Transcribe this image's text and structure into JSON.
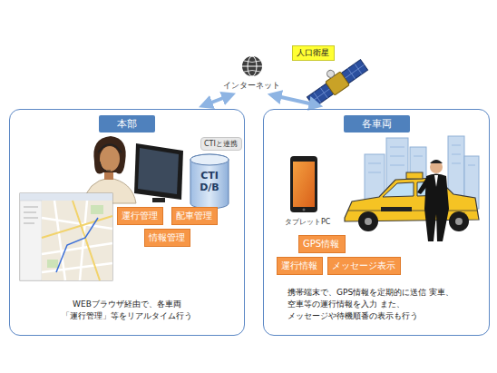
{
  "diagram": {
    "nodes": [
      {
        "text": [
          "人口衛星"
        ]
      },
      {
        "text": [
          "インターネット"
        ]
      },
      {
        "text": [
          "本部",
          "WEBブラウザ経由で、各車両 「運行管理」等をリアルタイム行う"
        ]
      },
      {
        "text": [
          "CTIと連携"
        ],
        "in": 2
      },
      {
        "text": [
          "CTI D/B"
        ],
        "in": 2
      },
      {
        "text": [
          "運行管理"
        ],
        "in": 2
      },
      {
        "text": [
          "配車管理"
        ],
        "in": 2
      },
      {
        "text": [
          "情報管理"
        ],
        "in": 2
      },
      {
        "text": [
          "各車両",
          "携帯端末で、GPS情報を定期的に送信 実車、空車等の運行情報を入力 また、メッセージや待機順番の表示も行う"
        ]
      },
      {
        "text": [
          "GPS情報"
        ],
        "in": 8
      },
      {
        "text": [
          "運行情報"
        ],
        "in": 8
      },
      {
        "text": [
          "メッセージ表示"
        ],
        "in": 8
      }
    ],
    "edges": [
      {
        "from": 1,
        "to": 2,
        "arrow": "both"
      },
      {
        "from": 1,
        "to": 8,
        "arrow": "both"
      }
    ],
    "labels": [
      "タブレットPC"
    ]
  }
}
